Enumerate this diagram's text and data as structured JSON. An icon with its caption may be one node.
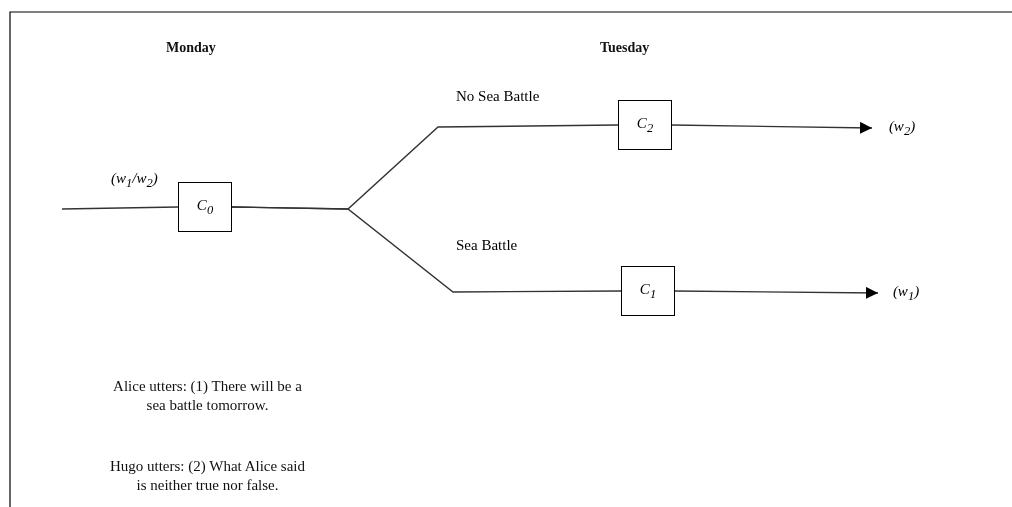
{
  "diagram": {
    "nodes": [
      {
        "text": [
          "C$_{0}$"
        ]
      },
      {
        "text": [
          "C$_{2}$"
        ]
      },
      {
        "text": [
          "C$_{1}$"
        ]
      },
      {
        "text": [
          "(w$_{2}$)"
        ]
      },
      {
        "text": [
          "(w$_{1}$)"
        ]
      }
    ],
    "edges": [
      {
        "from": null,
        "to": 0,
        "arrow": "none",
        "label": "(w$_{1}$/w$_{2}$)"
      },
      {
        "from": 0,
        "to": 1,
        "arrow": "none",
        "label": "No Sea Battle"
      },
      {
        "from": 0,
        "to": 2,
        "arrow": "none",
        "label": "Sea Battle"
      },
      {
        "from": 1,
        "to": 3,
        "arrow": "to"
      },
      {
        "from": 2,
        "to": 4,
        "arrow": "to"
      }
    ],
    "labels": [
      "Monday",
      "Tuesday",
      "Alice utters: (1) There will be a sea battle tomorrow.",
      "Hugo utters: (2) What Alice said is neither true nor false."
    ]
  }
}
